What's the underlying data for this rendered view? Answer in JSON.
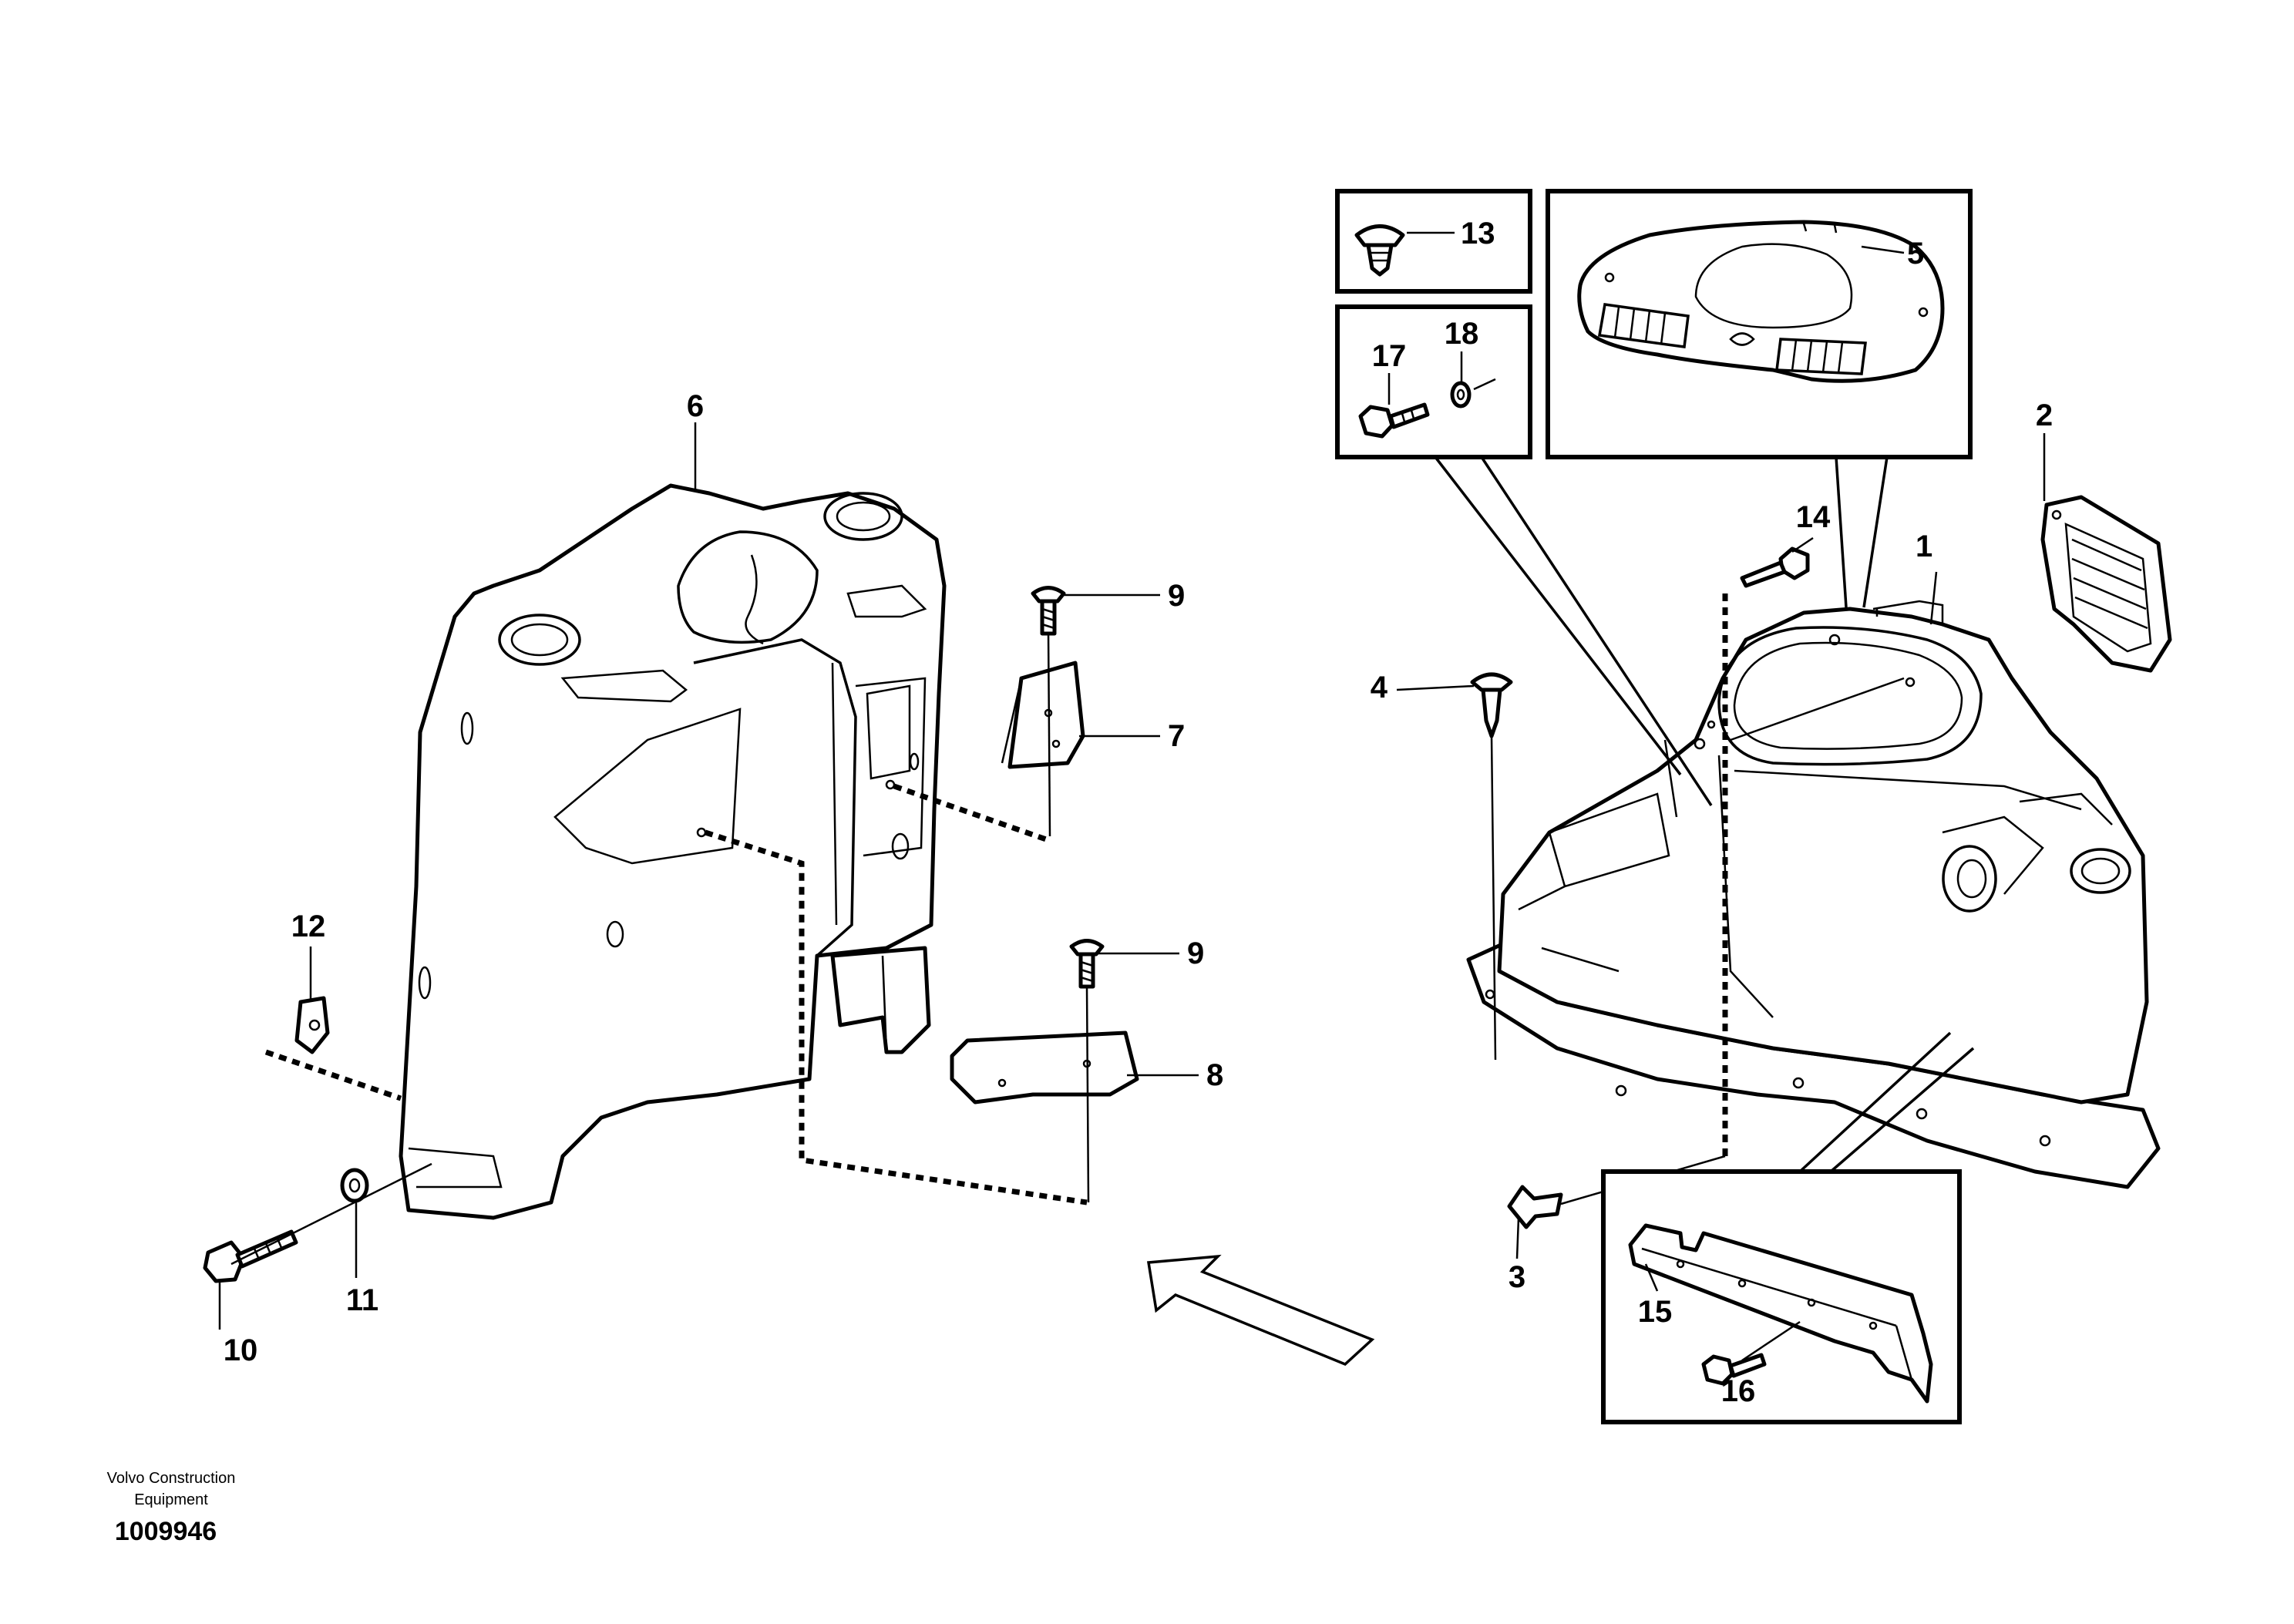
{
  "callouts": {
    "c1": "1",
    "c2": "2",
    "c3": "3",
    "c4": "4",
    "c5": "5",
    "c6": "6",
    "c7": "7",
    "c8": "8",
    "c9a": "9",
    "c9b": "9",
    "c10": "10",
    "c11": "11",
    "c12": "12",
    "c13": "13",
    "c14": "14",
    "c15": "15",
    "c16": "16",
    "c17": "17",
    "c18": "18"
  },
  "footer": {
    "brand_line1": "Volvo Construction",
    "brand_line2": "Equipment",
    "drawing_number": "1009946"
  }
}
